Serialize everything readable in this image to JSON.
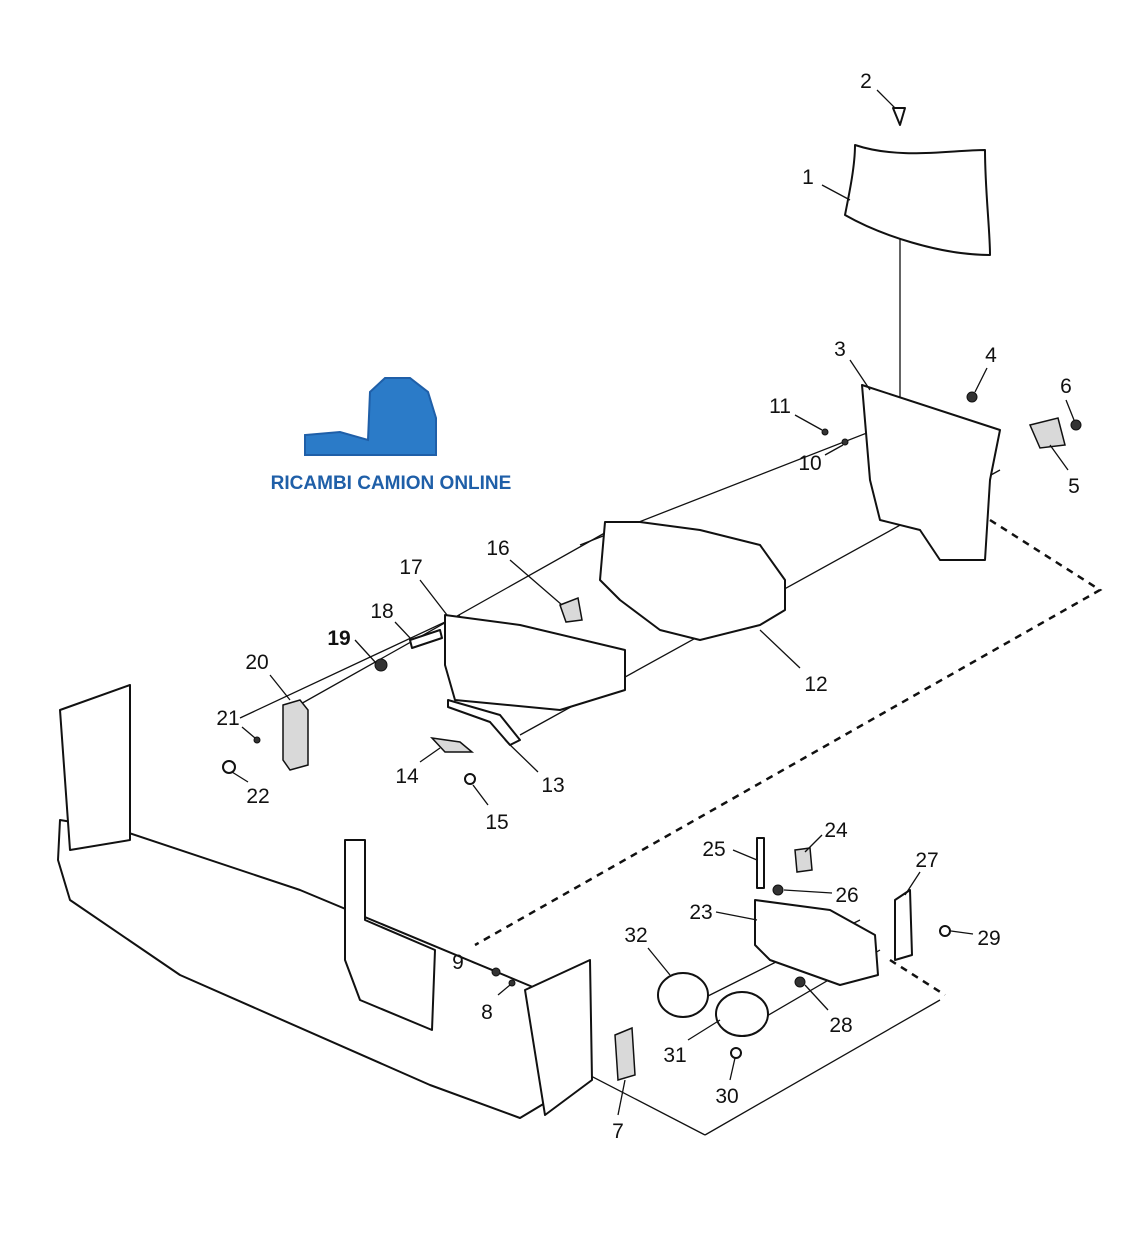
{
  "logo": {
    "text": "RICAMBI CAMION ONLINE",
    "color": "#1f5fa8"
  },
  "callouts": {
    "c1": "1",
    "c2": "2",
    "c3": "3",
    "c4": "4",
    "c5": "5",
    "c6": "6",
    "c7": "7",
    "c8": "8",
    "c9": "9",
    "c10": "10",
    "c11": "11",
    "c12": "12",
    "c13": "13",
    "c14": "14",
    "c15": "15",
    "c16": "16",
    "c17": "17",
    "c18": "18",
    "c19": "19",
    "c20": "20",
    "c21": "21",
    "c22": "22",
    "c23": "23",
    "c24": "24",
    "c25": "25",
    "c26": "26",
    "c27": "27",
    "c28": "28",
    "c29": "29",
    "c30": "30",
    "c31": "31",
    "c32": "32"
  }
}
